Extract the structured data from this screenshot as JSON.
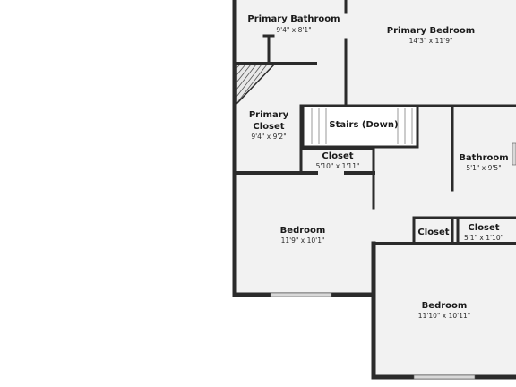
{
  "rooms": {
    "primary_bathroom": {
      "name": "Primary Bathroom",
      "dims": "9'4\" x 8'1\""
    },
    "primary_bedroom": {
      "name": "Primary Bedroom",
      "dims": "14'3\" x 11'9\""
    },
    "primary_closet": {
      "name_line1": "Primary",
      "name_line2": "Closet",
      "dims": "9'4\" x 9'2\""
    },
    "stairs": {
      "name": "Stairs (Down)"
    },
    "closet_hall": {
      "name": "Closet",
      "dims": "5'10\" x 1'11\""
    },
    "bathroom": {
      "name": "Bathroom",
      "dims": "5'1\" x 9'5\""
    },
    "bedroom_left": {
      "name": "Bedroom",
      "dims": "11'9\" x 10'1\""
    },
    "closet_small": {
      "name": "Closet"
    },
    "closet_right": {
      "name": "Closet",
      "dims": "5'1\" x 1'10\""
    },
    "bedroom_right": {
      "name": "Bedroom",
      "dims": "11'10\" x 10'11\""
    }
  },
  "colors": {
    "wall": "#2b2b2b",
    "floor": "#f2f2f2",
    "background": "#ffffff",
    "window": "#cfcfcf"
  }
}
